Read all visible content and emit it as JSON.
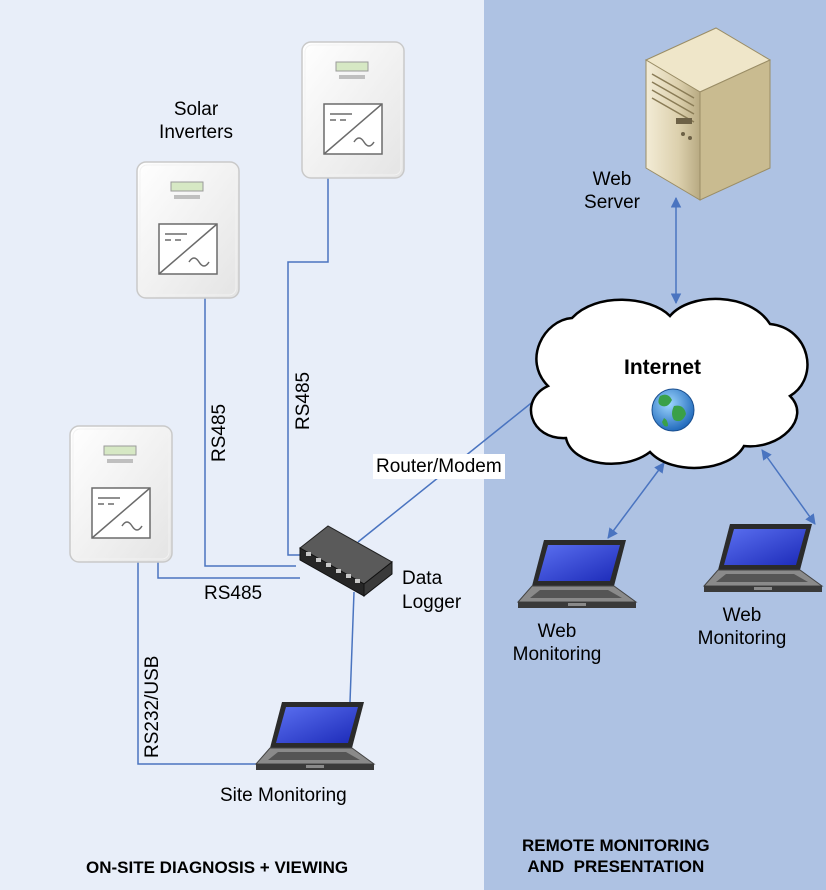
{
  "colors": {
    "onsite_bg": "#e8eef9",
    "remote_bg": "#aec2e3",
    "cable": "#4a74c0",
    "arrow": "#4a74c0"
  },
  "onsite": {
    "title": "ON-SITE DIAGNOSIS + VIEWING",
    "solar_inverters_label": "Solar\nInverters",
    "cable_left": "RS485",
    "cable_right": "RS485",
    "cable_bottom": "RS485",
    "rs232_label": "RS232/USB",
    "data_logger_label": "Data\nLogger",
    "router_label": "Router/Modem",
    "site_monitoring_label": "Site Monitoring"
  },
  "remote": {
    "title": "REMOTE MONITORING\nAND  PRESENTATION",
    "web_server_label": "Web\nServer",
    "internet_label": "Internet",
    "web_monitoring_1": "Web\nMonitoring",
    "web_monitoring_2": "Web\nMonitoring"
  },
  "icons": [
    "inverter-icon",
    "data-logger-icon",
    "laptop-icon",
    "server-icon",
    "cloud-icon",
    "globe-icon"
  ]
}
